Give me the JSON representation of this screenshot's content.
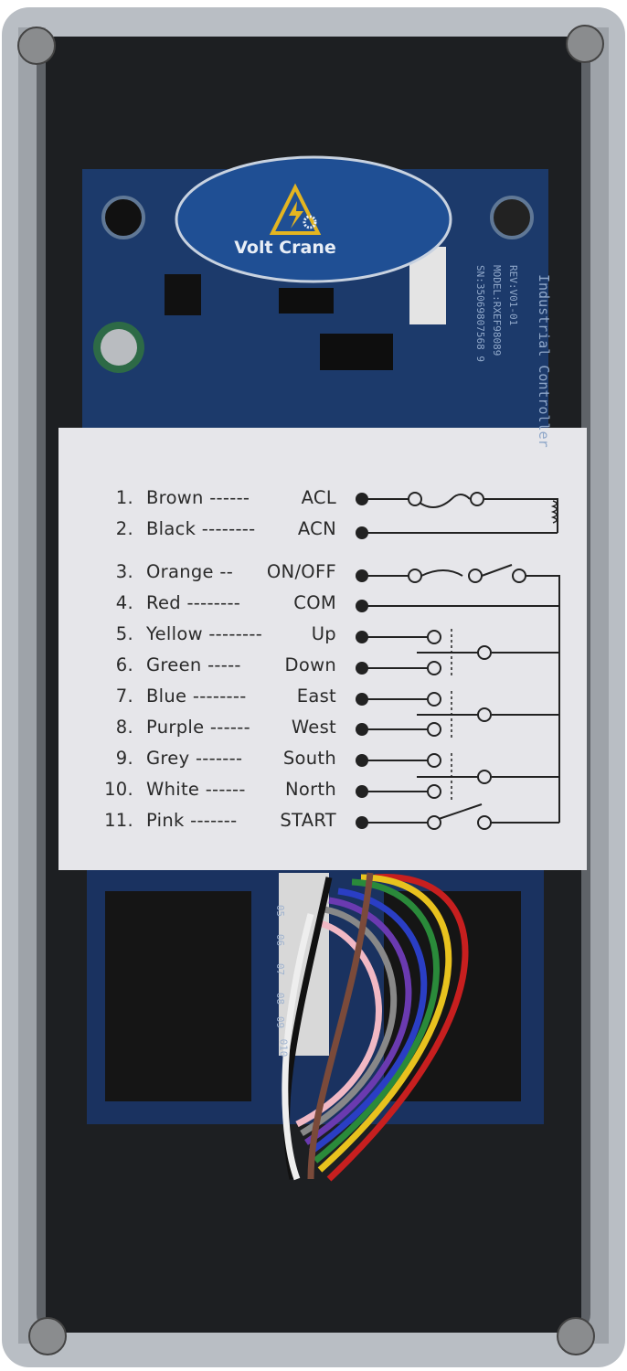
{
  "brand": {
    "name": "Volt Crane"
  },
  "pcb": {
    "serial": "SN:35069807568 9",
    "model": "MODEL:RXEF98089",
    "rev": "REV:V01-01",
    "board_title": "Industrial Controller",
    "terminals": [
      "05",
      "06",
      "07",
      "08",
      "09",
      "010"
    ]
  },
  "label": {
    "rows": [
      {
        "num": "1.",
        "color": "Brown",
        "dashes": "------",
        "signal": "ACL"
      },
      {
        "num": "2.",
        "color": "Black",
        "dashes": "--------",
        "signal": "ACN"
      },
      {
        "num": "3.",
        "color": "Orange",
        "dashes": "--",
        "signal": "ON/OFF"
      },
      {
        "num": "4.",
        "color": "Red",
        "dashes": "--------",
        "signal": "COM"
      },
      {
        "num": "5.",
        "color": "Yellow",
        "dashes": "--------",
        "signal": "Up"
      },
      {
        "num": "6.",
        "color": "Green",
        "dashes": "-----",
        "signal": "Down"
      },
      {
        "num": "7.",
        "color": "Blue",
        "dashes": "--------",
        "signal": "East"
      },
      {
        "num": "8.",
        "color": "Purple",
        "dashes": "------",
        "signal": "West"
      },
      {
        "num": "9.",
        "color": "Grey",
        "dashes": "-------",
        "signal": "South"
      },
      {
        "num": "10.",
        "color": "White",
        "dashes": "------",
        "signal": "North"
      },
      {
        "num": "11.",
        "color": "Pink",
        "dashes": "-------",
        "signal": "START"
      }
    ]
  },
  "colors": {
    "enclosure": "#1d1f22",
    "pcb": "#1c3a6b",
    "logo": "#1f4f94",
    "label": "#e6e6ea",
    "logo_accent": "#e3b521"
  }
}
